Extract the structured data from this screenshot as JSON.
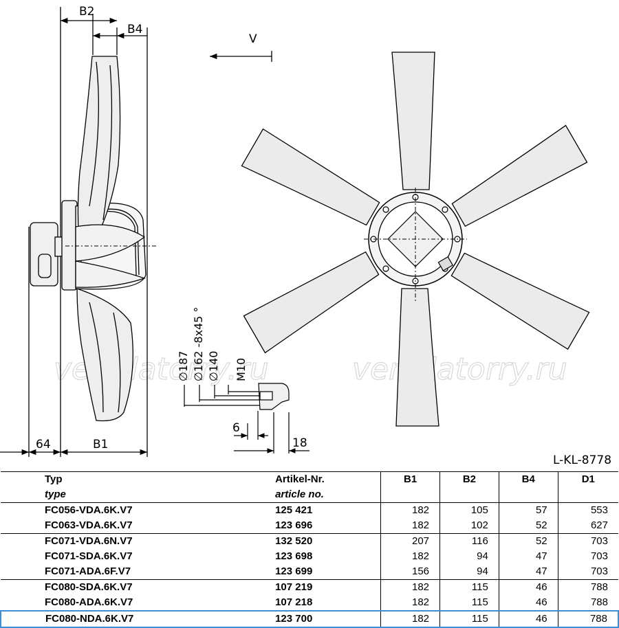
{
  "drawing": {
    "code": "L-KL-8778",
    "view_label": "V",
    "watermark": "ventilatorry.ru",
    "dims": {
      "b2": "B2",
      "b4": "B4",
      "b1": "B1",
      "d64": "64",
      "d187": "∅187",
      "d162": "∅162 -8x45 °",
      "d140": "∅140",
      "m10": "M10",
      "d6": "6",
      "d18": "18"
    }
  },
  "table": {
    "headers": {
      "typ": "Typ",
      "typ_en": "type",
      "art": "Artikel-Nr.",
      "art_en": "article no.",
      "b1": "B1",
      "b2": "B2",
      "b4": "B4",
      "d1": "D1"
    },
    "rows": [
      {
        "typ": "FC056-VDA.6K.V7",
        "art": "125 421",
        "b1": "182",
        "b2": "105",
        "b4": "57",
        "d1": "553"
      },
      {
        "typ": "FC063-VDA.6K.V7",
        "art": "123 696",
        "b1": "182",
        "b2": "102",
        "b4": "52",
        "d1": "627"
      },
      {
        "typ": "FC071-VDA.6N.V7",
        "art": "132 520",
        "b1": "207",
        "b2": "116",
        "b4": "52",
        "d1": "703"
      },
      {
        "typ": "FC071-SDA.6K.V7",
        "art": "123 698",
        "b1": "182",
        "b2": "94",
        "b4": "47",
        "d1": "703"
      },
      {
        "typ": "FC071-ADA.6F.V7",
        "art": "123 699",
        "b1": "156",
        "b2": "94",
        "b4": "47",
        "d1": "703"
      },
      {
        "typ": "FC080-SDA.6K.V7",
        "art": "107 219",
        "b1": "182",
        "b2": "115",
        "b4": "46",
        "d1": "788"
      },
      {
        "typ": "FC080-ADA.6K.V7",
        "art": "107 218",
        "b1": "182",
        "b2": "115",
        "b4": "46",
        "d1": "788"
      },
      {
        "typ": "FC080-NDA.6K.V7",
        "art": "123 700",
        "b1": "182",
        "b2": "115",
        "b4": "46",
        "d1": "788"
      }
    ]
  }
}
